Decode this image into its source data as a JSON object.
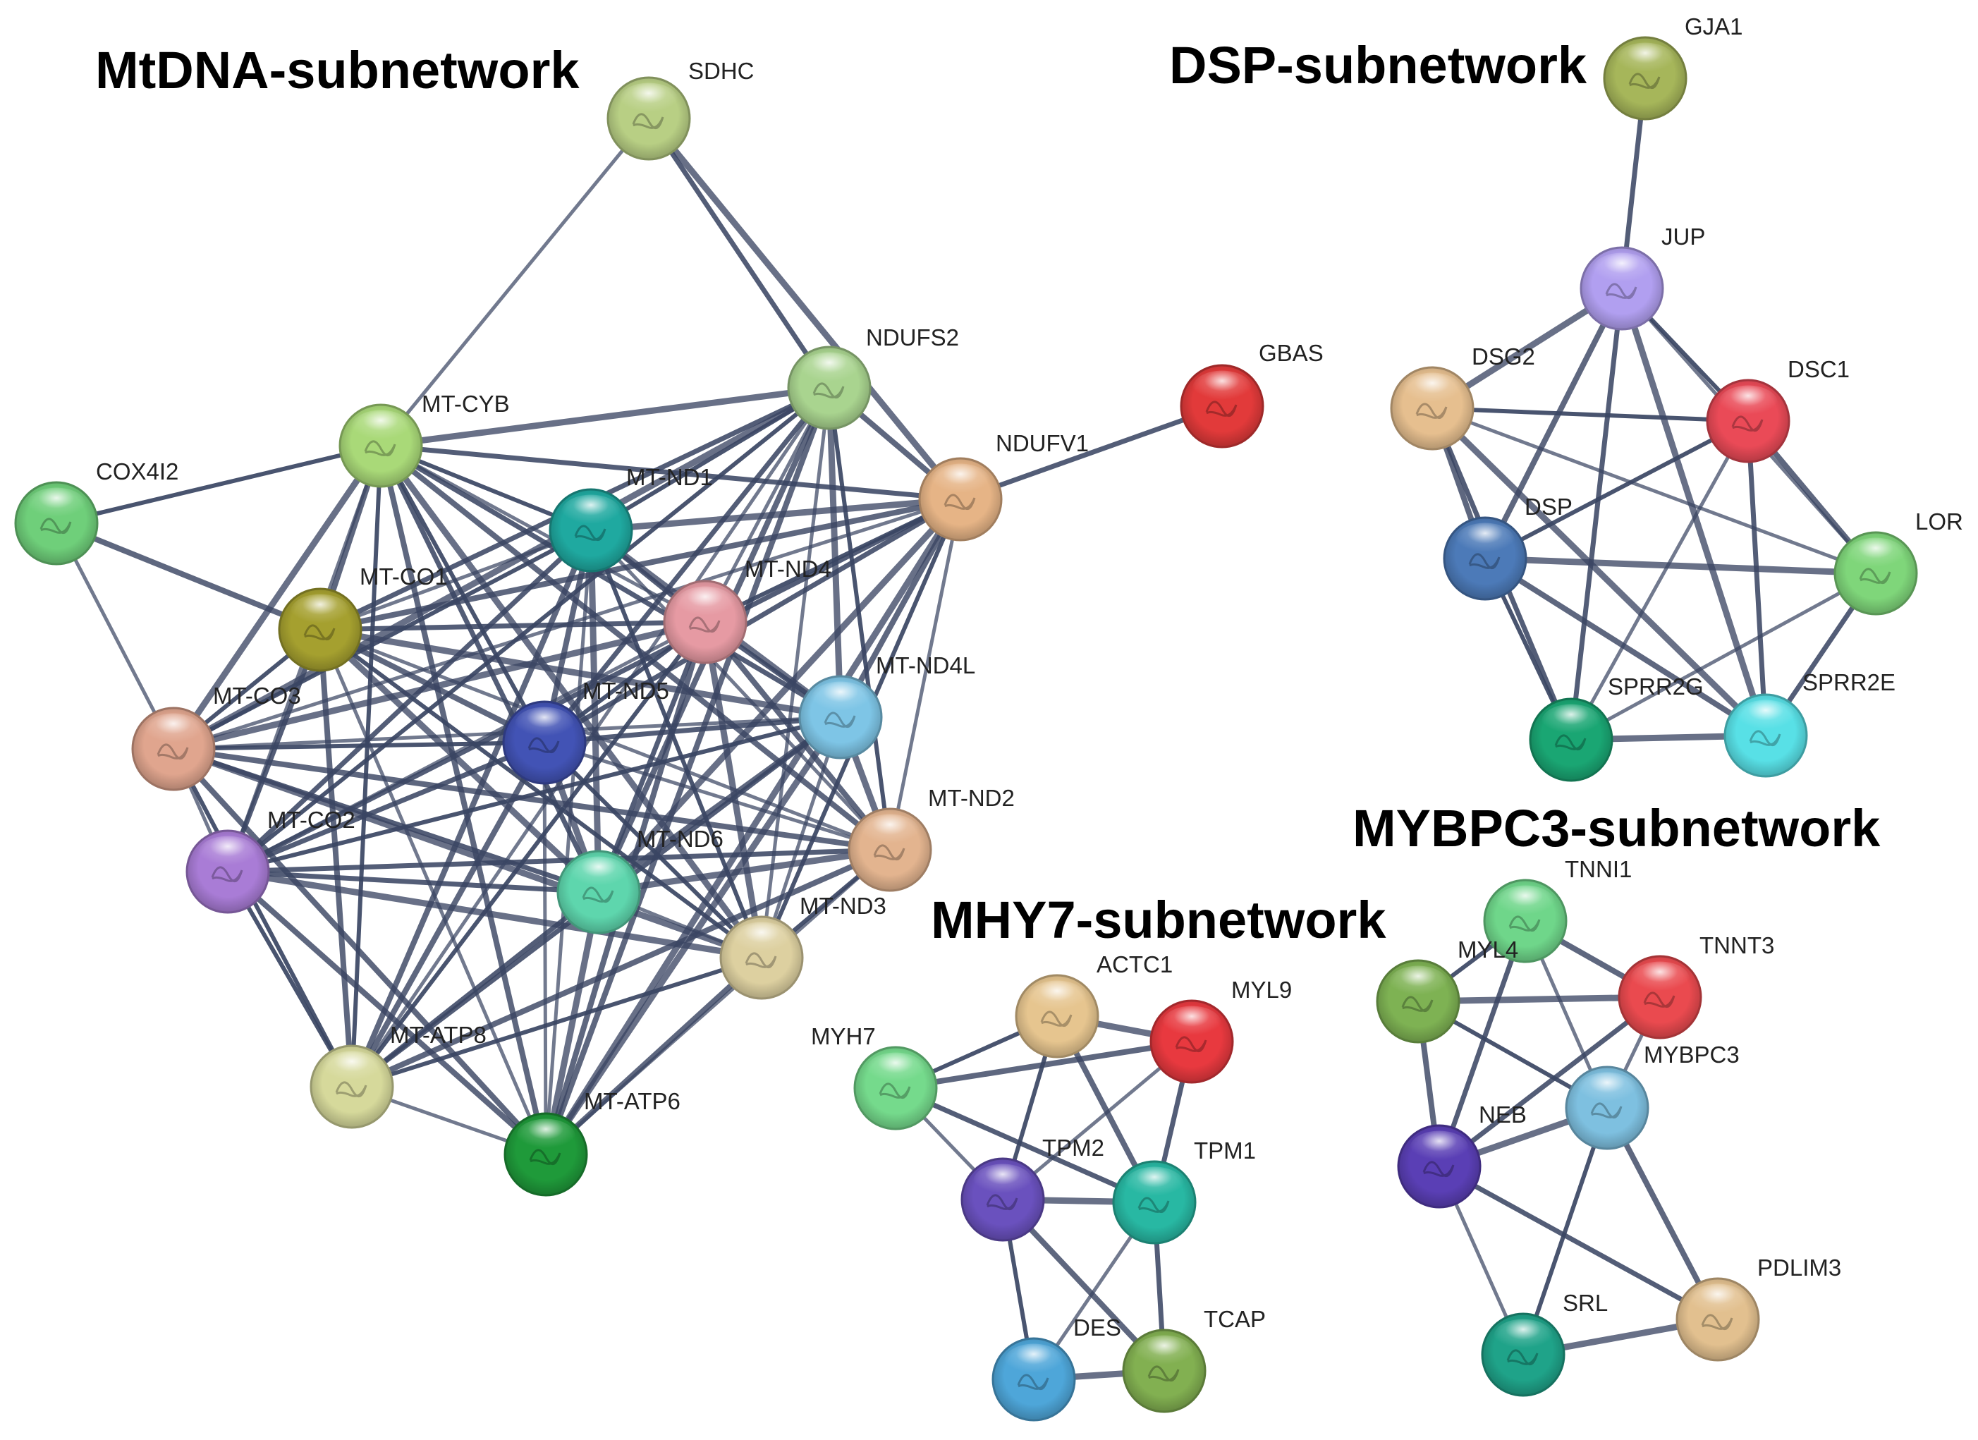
{
  "subnetworks": [
    {
      "id": "mtdna",
      "title": "MtDNA-subnetwork"
    },
    {
      "id": "dsp",
      "title": "DSP-subnetwork"
    },
    {
      "id": "mybpc3",
      "title": "MYBPC3-subnetwork"
    },
    {
      "id": "mhy7",
      "title": "MHY7-subnetwork"
    }
  ],
  "nodes": [
    {
      "id": "SDHC",
      "label": "SDHC",
      "color": "#b8cf84",
      "group": "mtdna"
    },
    {
      "id": "NDUFS2",
      "label": "NDUFS2",
      "color": "#a9d48f",
      "group": "mtdna"
    },
    {
      "id": "MT-CYB",
      "label": "MT-CYB",
      "color": "#a9d978",
      "group": "mtdna"
    },
    {
      "id": "COX4I2",
      "label": "COX4I2",
      "color": "#6fcf7a",
      "group": "mtdna"
    },
    {
      "id": "MT-ND1",
      "label": "MT-ND1",
      "color": "#1fa9a0",
      "group": "mtdna"
    },
    {
      "id": "NDUFV1",
      "label": "NDUFV1",
      "color": "#e6b486",
      "group": "mtdna"
    },
    {
      "id": "GBAS",
      "label": "GBAS",
      "color": "#e23a3a",
      "group": "mtdna"
    },
    {
      "id": "MT-CO1",
      "label": "MT-CO1",
      "color": "#a5a02f",
      "group": "mtdna"
    },
    {
      "id": "MT-ND4",
      "label": "MT-ND4",
      "color": "#e69aa3",
      "group": "mtdna"
    },
    {
      "id": "MT-ND4L",
      "label": "MT-ND4L",
      "color": "#7ec5e6",
      "group": "mtdna"
    },
    {
      "id": "MT-CO3",
      "label": "MT-CO3",
      "color": "#e0a58e",
      "group": "mtdna"
    },
    {
      "id": "MT-ND5",
      "label": "MT-ND5",
      "color": "#4253b5",
      "group": "mtdna"
    },
    {
      "id": "MT-ND2",
      "label": "MT-ND2",
      "color": "#e3b48f",
      "group": "mtdna"
    },
    {
      "id": "MT-CO2",
      "label": "MT-CO2",
      "color": "#a97cd6",
      "group": "mtdna"
    },
    {
      "id": "MT-ND6",
      "label": "MT-ND6",
      "color": "#5ed6ad",
      "group": "mtdna"
    },
    {
      "id": "MT-ND3",
      "label": "MT-ND3",
      "color": "#ddd0a0",
      "group": "mtdna"
    },
    {
      "id": "MT-ATP8",
      "label": "MT-ATP8",
      "color": "#d6d99b",
      "group": "mtdna"
    },
    {
      "id": "MT-ATP6",
      "label": "MT-ATP6",
      "color": "#1f9a3a",
      "group": "mtdna"
    },
    {
      "id": "GJA1",
      "label": "GJA1",
      "color": "#a6b65a",
      "group": "dsp"
    },
    {
      "id": "JUP",
      "label": "JUP",
      "color": "#b19ff0",
      "group": "dsp"
    },
    {
      "id": "DSG2",
      "label": "DSG2",
      "color": "#e6bf8f",
      "group": "dsp"
    },
    {
      "id": "DSC1",
      "label": "DSC1",
      "color": "#ea4a57",
      "group": "dsp"
    },
    {
      "id": "DSP",
      "label": "DSP",
      "color": "#4c7ab8",
      "group": "dsp"
    },
    {
      "id": "LOR",
      "label": "LOR",
      "color": "#7fd67a",
      "group": "dsp"
    },
    {
      "id": "SPRR2G",
      "label": "SPRR2G",
      "color": "#1aa673",
      "group": "dsp"
    },
    {
      "id": "SPRR2E",
      "label": "SPRR2E",
      "color": "#58e0e6",
      "group": "dsp"
    },
    {
      "id": "TNNI1",
      "label": "TNNI1",
      "color": "#6fd68a",
      "group": "mybpc3"
    },
    {
      "id": "MYL4",
      "label": "MYL4",
      "color": "#7eb253",
      "group": "mybpc3"
    },
    {
      "id": "TNNT3",
      "label": "TNNT3",
      "color": "#ea4a4f",
      "group": "mybpc3"
    },
    {
      "id": "MYBPC3",
      "label": "MYBPC3",
      "color": "#7ec0e0",
      "group": "mybpc3"
    },
    {
      "id": "NEB",
      "label": "NEB",
      "color": "#5a3fb5",
      "group": "mybpc3"
    },
    {
      "id": "SRL",
      "label": "SRL",
      "color": "#1fa389",
      "group": "mybpc3"
    },
    {
      "id": "PDLIM3",
      "label": "PDLIM3",
      "color": "#e2c08f",
      "group": "mybpc3"
    },
    {
      "id": "ACTC1",
      "label": "ACTC1",
      "color": "#e6c58f",
      "group": "mhy7"
    },
    {
      "id": "MYL9",
      "label": "MYL9",
      "color": "#e8393f",
      "group": "mhy7"
    },
    {
      "id": "MYH7",
      "label": "MYH7",
      "color": "#75da8c",
      "group": "mhy7"
    },
    {
      "id": "TPM2",
      "label": "TPM2",
      "color": "#6a51be",
      "group": "mhy7"
    },
    {
      "id": "TPM1",
      "label": "TPM1",
      "color": "#28b8a3",
      "group": "mhy7"
    },
    {
      "id": "DES",
      "label": "DES",
      "color": "#4ea6d9",
      "group": "mhy7"
    },
    {
      "id": "TCAP",
      "label": "TCAP",
      "color": "#82b051",
      "group": "mhy7"
    }
  ],
  "edges": [
    [
      "SDHC",
      "MT-CYB"
    ],
    [
      "SDHC",
      "NDUFS2"
    ],
    [
      "SDHC",
      "NDUFV1"
    ],
    [
      "COX4I2",
      "MT-CYB"
    ],
    [
      "COX4I2",
      "MT-CO1"
    ],
    [
      "COX4I2",
      "MT-CO3"
    ],
    [
      "NDUFV1",
      "GBAS"
    ],
    [
      "NDUFS2",
      "MT-CYB"
    ],
    [
      "NDUFS2",
      "MT-ND1"
    ],
    [
      "NDUFS2",
      "NDUFV1"
    ],
    [
      "NDUFS2",
      "MT-ND4"
    ],
    [
      "NDUFS2",
      "MT-ND5"
    ],
    [
      "NDUFS2",
      "MT-ND4L"
    ],
    [
      "NDUFS2",
      "MT-ND2"
    ],
    [
      "NDUFS2",
      "MT-ND6"
    ],
    [
      "NDUFS2",
      "MT-ND3"
    ],
    [
      "NDUFS2",
      "MT-CO1"
    ],
    [
      "NDUFS2",
      "MT-CO3"
    ],
    [
      "NDUFS2",
      "MT-CO2"
    ],
    [
      "NDUFS2",
      "MT-ATP6"
    ],
    [
      "NDUFS2",
      "MT-ATP8"
    ],
    [
      "NDUFV1",
      "MT-CYB"
    ],
    [
      "NDUFV1",
      "MT-ND1"
    ],
    [
      "NDUFV1",
      "MT-ND4"
    ],
    [
      "NDUFV1",
      "MT-ND4L"
    ],
    [
      "NDUFV1",
      "MT-ND2"
    ],
    [
      "NDUFV1",
      "MT-ND5"
    ],
    [
      "NDUFV1",
      "MT-ND6"
    ],
    [
      "NDUFV1",
      "MT-ND3"
    ],
    [
      "NDUFV1",
      "MT-CO1"
    ],
    [
      "NDUFV1",
      "MT-CO3"
    ],
    [
      "NDUFV1",
      "MT-CO2"
    ],
    [
      "NDUFV1",
      "MT-ATP6"
    ],
    [
      "MT-CYB",
      "MT-ND1"
    ],
    [
      "MT-CYB",
      "MT-CO1"
    ],
    [
      "MT-CYB",
      "MT-ND4"
    ],
    [
      "MT-CYB",
      "MT-ND4L"
    ],
    [
      "MT-CYB",
      "MT-CO3"
    ],
    [
      "MT-CYB",
      "MT-ND5"
    ],
    [
      "MT-CYB",
      "MT-ND2"
    ],
    [
      "MT-CYB",
      "MT-CO2"
    ],
    [
      "MT-CYB",
      "MT-ND6"
    ],
    [
      "MT-CYB",
      "MT-ND3"
    ],
    [
      "MT-CYB",
      "MT-ATP8"
    ],
    [
      "MT-CYB",
      "MT-ATP6"
    ],
    [
      "MT-ND1",
      "MT-CO1"
    ],
    [
      "MT-ND1",
      "MT-ND4"
    ],
    [
      "MT-ND1",
      "MT-ND4L"
    ],
    [
      "MT-ND1",
      "MT-CO3"
    ],
    [
      "MT-ND1",
      "MT-ND5"
    ],
    [
      "MT-ND1",
      "MT-ND2"
    ],
    [
      "MT-ND1",
      "MT-CO2"
    ],
    [
      "MT-ND1",
      "MT-ND6"
    ],
    [
      "MT-ND1",
      "MT-ND3"
    ],
    [
      "MT-ND1",
      "MT-ATP8"
    ],
    [
      "MT-ND1",
      "MT-ATP6"
    ],
    [
      "MT-CO1",
      "MT-ND4"
    ],
    [
      "MT-CO1",
      "MT-ND4L"
    ],
    [
      "MT-CO1",
      "MT-CO3"
    ],
    [
      "MT-CO1",
      "MT-ND5"
    ],
    [
      "MT-CO1",
      "MT-ND2"
    ],
    [
      "MT-CO1",
      "MT-CO2"
    ],
    [
      "MT-CO1",
      "MT-ND6"
    ],
    [
      "MT-CO1",
      "MT-ND3"
    ],
    [
      "MT-CO1",
      "MT-ATP8"
    ],
    [
      "MT-CO1",
      "MT-ATP6"
    ],
    [
      "MT-ND4",
      "MT-ND4L"
    ],
    [
      "MT-ND4",
      "MT-CO3"
    ],
    [
      "MT-ND4",
      "MT-ND5"
    ],
    [
      "MT-ND4",
      "MT-ND2"
    ],
    [
      "MT-ND4",
      "MT-CO2"
    ],
    [
      "MT-ND4",
      "MT-ND6"
    ],
    [
      "MT-ND4",
      "MT-ND3"
    ],
    [
      "MT-ND4",
      "MT-ATP8"
    ],
    [
      "MT-ND4",
      "MT-ATP6"
    ],
    [
      "MT-ND4L",
      "MT-CO3"
    ],
    [
      "MT-ND4L",
      "MT-ND5"
    ],
    [
      "MT-ND4L",
      "MT-ND2"
    ],
    [
      "MT-ND4L",
      "MT-CO2"
    ],
    [
      "MT-ND4L",
      "MT-ND6"
    ],
    [
      "MT-ND4L",
      "MT-ND3"
    ],
    [
      "MT-ND4L",
      "MT-ATP8"
    ],
    [
      "MT-ND4L",
      "MT-ATP6"
    ],
    [
      "MT-CO3",
      "MT-ND5"
    ],
    [
      "MT-CO3",
      "MT-ND2"
    ],
    [
      "MT-CO3",
      "MT-CO2"
    ],
    [
      "MT-CO3",
      "MT-ND6"
    ],
    [
      "MT-CO3",
      "MT-ND3"
    ],
    [
      "MT-CO3",
      "MT-ATP8"
    ],
    [
      "MT-CO3",
      "MT-ATP6"
    ],
    [
      "MT-ND5",
      "MT-ND2"
    ],
    [
      "MT-ND5",
      "MT-CO2"
    ],
    [
      "MT-ND5",
      "MT-ND6"
    ],
    [
      "MT-ND5",
      "MT-ND3"
    ],
    [
      "MT-ND5",
      "MT-ATP8"
    ],
    [
      "MT-ND5",
      "MT-ATP6"
    ],
    [
      "MT-ND2",
      "MT-CO2"
    ],
    [
      "MT-ND2",
      "MT-ND6"
    ],
    [
      "MT-ND2",
      "MT-ND3"
    ],
    [
      "MT-ND2",
      "MT-ATP8"
    ],
    [
      "MT-ND2",
      "MT-ATP6"
    ],
    [
      "MT-CO2",
      "MT-ND6"
    ],
    [
      "MT-CO2",
      "MT-ND3"
    ],
    [
      "MT-CO2",
      "MT-ATP8"
    ],
    [
      "MT-CO2",
      "MT-ATP6"
    ],
    [
      "MT-ND6",
      "MT-ND3"
    ],
    [
      "MT-ND6",
      "MT-ATP8"
    ],
    [
      "MT-ND6",
      "MT-ATP6"
    ],
    [
      "MT-ND3",
      "MT-ATP8"
    ],
    [
      "MT-ND3",
      "MT-ATP6"
    ],
    [
      "MT-ATP8",
      "MT-ATP6"
    ],
    [
      "GJA1",
      "JUP"
    ],
    [
      "JUP",
      "DSG2"
    ],
    [
      "JUP",
      "DSC1"
    ],
    [
      "JUP",
      "DSP"
    ],
    [
      "JUP",
      "LOR"
    ],
    [
      "JUP",
      "SPRR2G"
    ],
    [
      "JUP",
      "SPRR2E"
    ],
    [
      "DSG2",
      "DSC1"
    ],
    [
      "DSG2",
      "DSP"
    ],
    [
      "DSG2",
      "LOR"
    ],
    [
      "DSG2",
      "SPRR2G"
    ],
    [
      "DSG2",
      "SPRR2E"
    ],
    [
      "DSC1",
      "DSP"
    ],
    [
      "DSC1",
      "LOR"
    ],
    [
      "DSC1",
      "SPRR2G"
    ],
    [
      "DSC1",
      "SPRR2E"
    ],
    [
      "DSP",
      "LOR"
    ],
    [
      "DSP",
      "SPRR2G"
    ],
    [
      "DSP",
      "SPRR2E"
    ],
    [
      "LOR",
      "SPRR2G"
    ],
    [
      "LOR",
      "SPRR2E"
    ],
    [
      "SPRR2G",
      "SPRR2E"
    ],
    [
      "TNNI1",
      "MYL4"
    ],
    [
      "TNNI1",
      "TNNT3"
    ],
    [
      "TNNI1",
      "MYBPC3"
    ],
    [
      "TNNI1",
      "NEB"
    ],
    [
      "MYL4",
      "TNNT3"
    ],
    [
      "MYL4",
      "MYBPC3"
    ],
    [
      "MYL4",
      "NEB"
    ],
    [
      "TNNT3",
      "MYBPC3"
    ],
    [
      "TNNT3",
      "NEB"
    ],
    [
      "MYBPC3",
      "NEB"
    ],
    [
      "MYBPC3",
      "SRL"
    ],
    [
      "MYBPC3",
      "PDLIM3"
    ],
    [
      "NEB",
      "SRL"
    ],
    [
      "NEB",
      "PDLIM3"
    ],
    [
      "SRL",
      "PDLIM3"
    ],
    [
      "MYH7",
      "ACTC1"
    ],
    [
      "MYH7",
      "MYL9"
    ],
    [
      "MYH7",
      "TPM2"
    ],
    [
      "MYH7",
      "TPM1"
    ],
    [
      "ACTC1",
      "MYL9"
    ],
    [
      "ACTC1",
      "TPM2"
    ],
    [
      "ACTC1",
      "TPM1"
    ],
    [
      "MYL9",
      "TPM2"
    ],
    [
      "MYL9",
      "TPM1"
    ],
    [
      "TPM2",
      "TPM1"
    ],
    [
      "TPM2",
      "DES"
    ],
    [
      "TPM2",
      "TCAP"
    ],
    [
      "TPM1",
      "DES"
    ],
    [
      "TPM1",
      "TCAP"
    ],
    [
      "DES",
      "TCAP"
    ]
  ]
}
